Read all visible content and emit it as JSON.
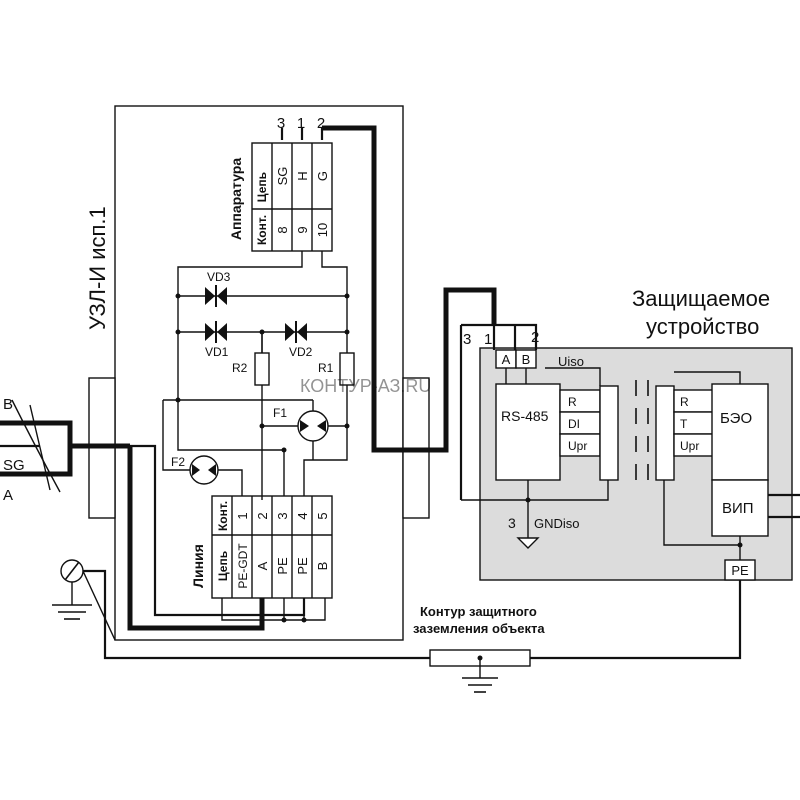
{
  "module": {
    "title": "УЗЛ-И исп.1",
    "apparatus_label": "Аппаратура",
    "apparatus_top_pins": [
      "3",
      "1",
      "2"
    ],
    "apparatus_rows": [
      [
        "Цепь",
        "SG",
        "H",
        "G"
      ],
      [
        "Конт.",
        "8",
        "9",
        "10"
      ]
    ],
    "line_label": "Линия",
    "line_rows": [
      [
        "Конт.",
        "1",
        "2",
        "3",
        "4",
        "5"
      ],
      [
        "Цепь",
        "PE-GDT",
        "A",
        "PE",
        "PE",
        "B"
      ]
    ],
    "components": {
      "vd3": "VD3",
      "vd1": "VD1",
      "vd2": "VD2",
      "r1": "R1",
      "r2": "R2",
      "f1": "F1",
      "f2": "F2"
    }
  },
  "cable": {
    "b": "B",
    "sg": "SG",
    "a": "A"
  },
  "device": {
    "title_line1": "Защищаемое",
    "title_line2": "устройство",
    "pins": [
      "3",
      "1",
      "2"
    ],
    "a_label": "A",
    "b_label": "B",
    "uiso": "Uiso",
    "rs485": "RS-485",
    "rs_pins": [
      "R",
      "DI",
      "Upr"
    ],
    "beo_pins": [
      "R",
      "T",
      "Upr"
    ],
    "beo": "БЭО",
    "vip": "ВИП",
    "pe": "PE",
    "gnd_pin": "3",
    "gnd_label": "GNDiso"
  },
  "ground": {
    "label_line1": "Контур защитного",
    "label_line2": "заземления объекта"
  },
  "watermark": "КОНТУР-АЗ.RU"
}
